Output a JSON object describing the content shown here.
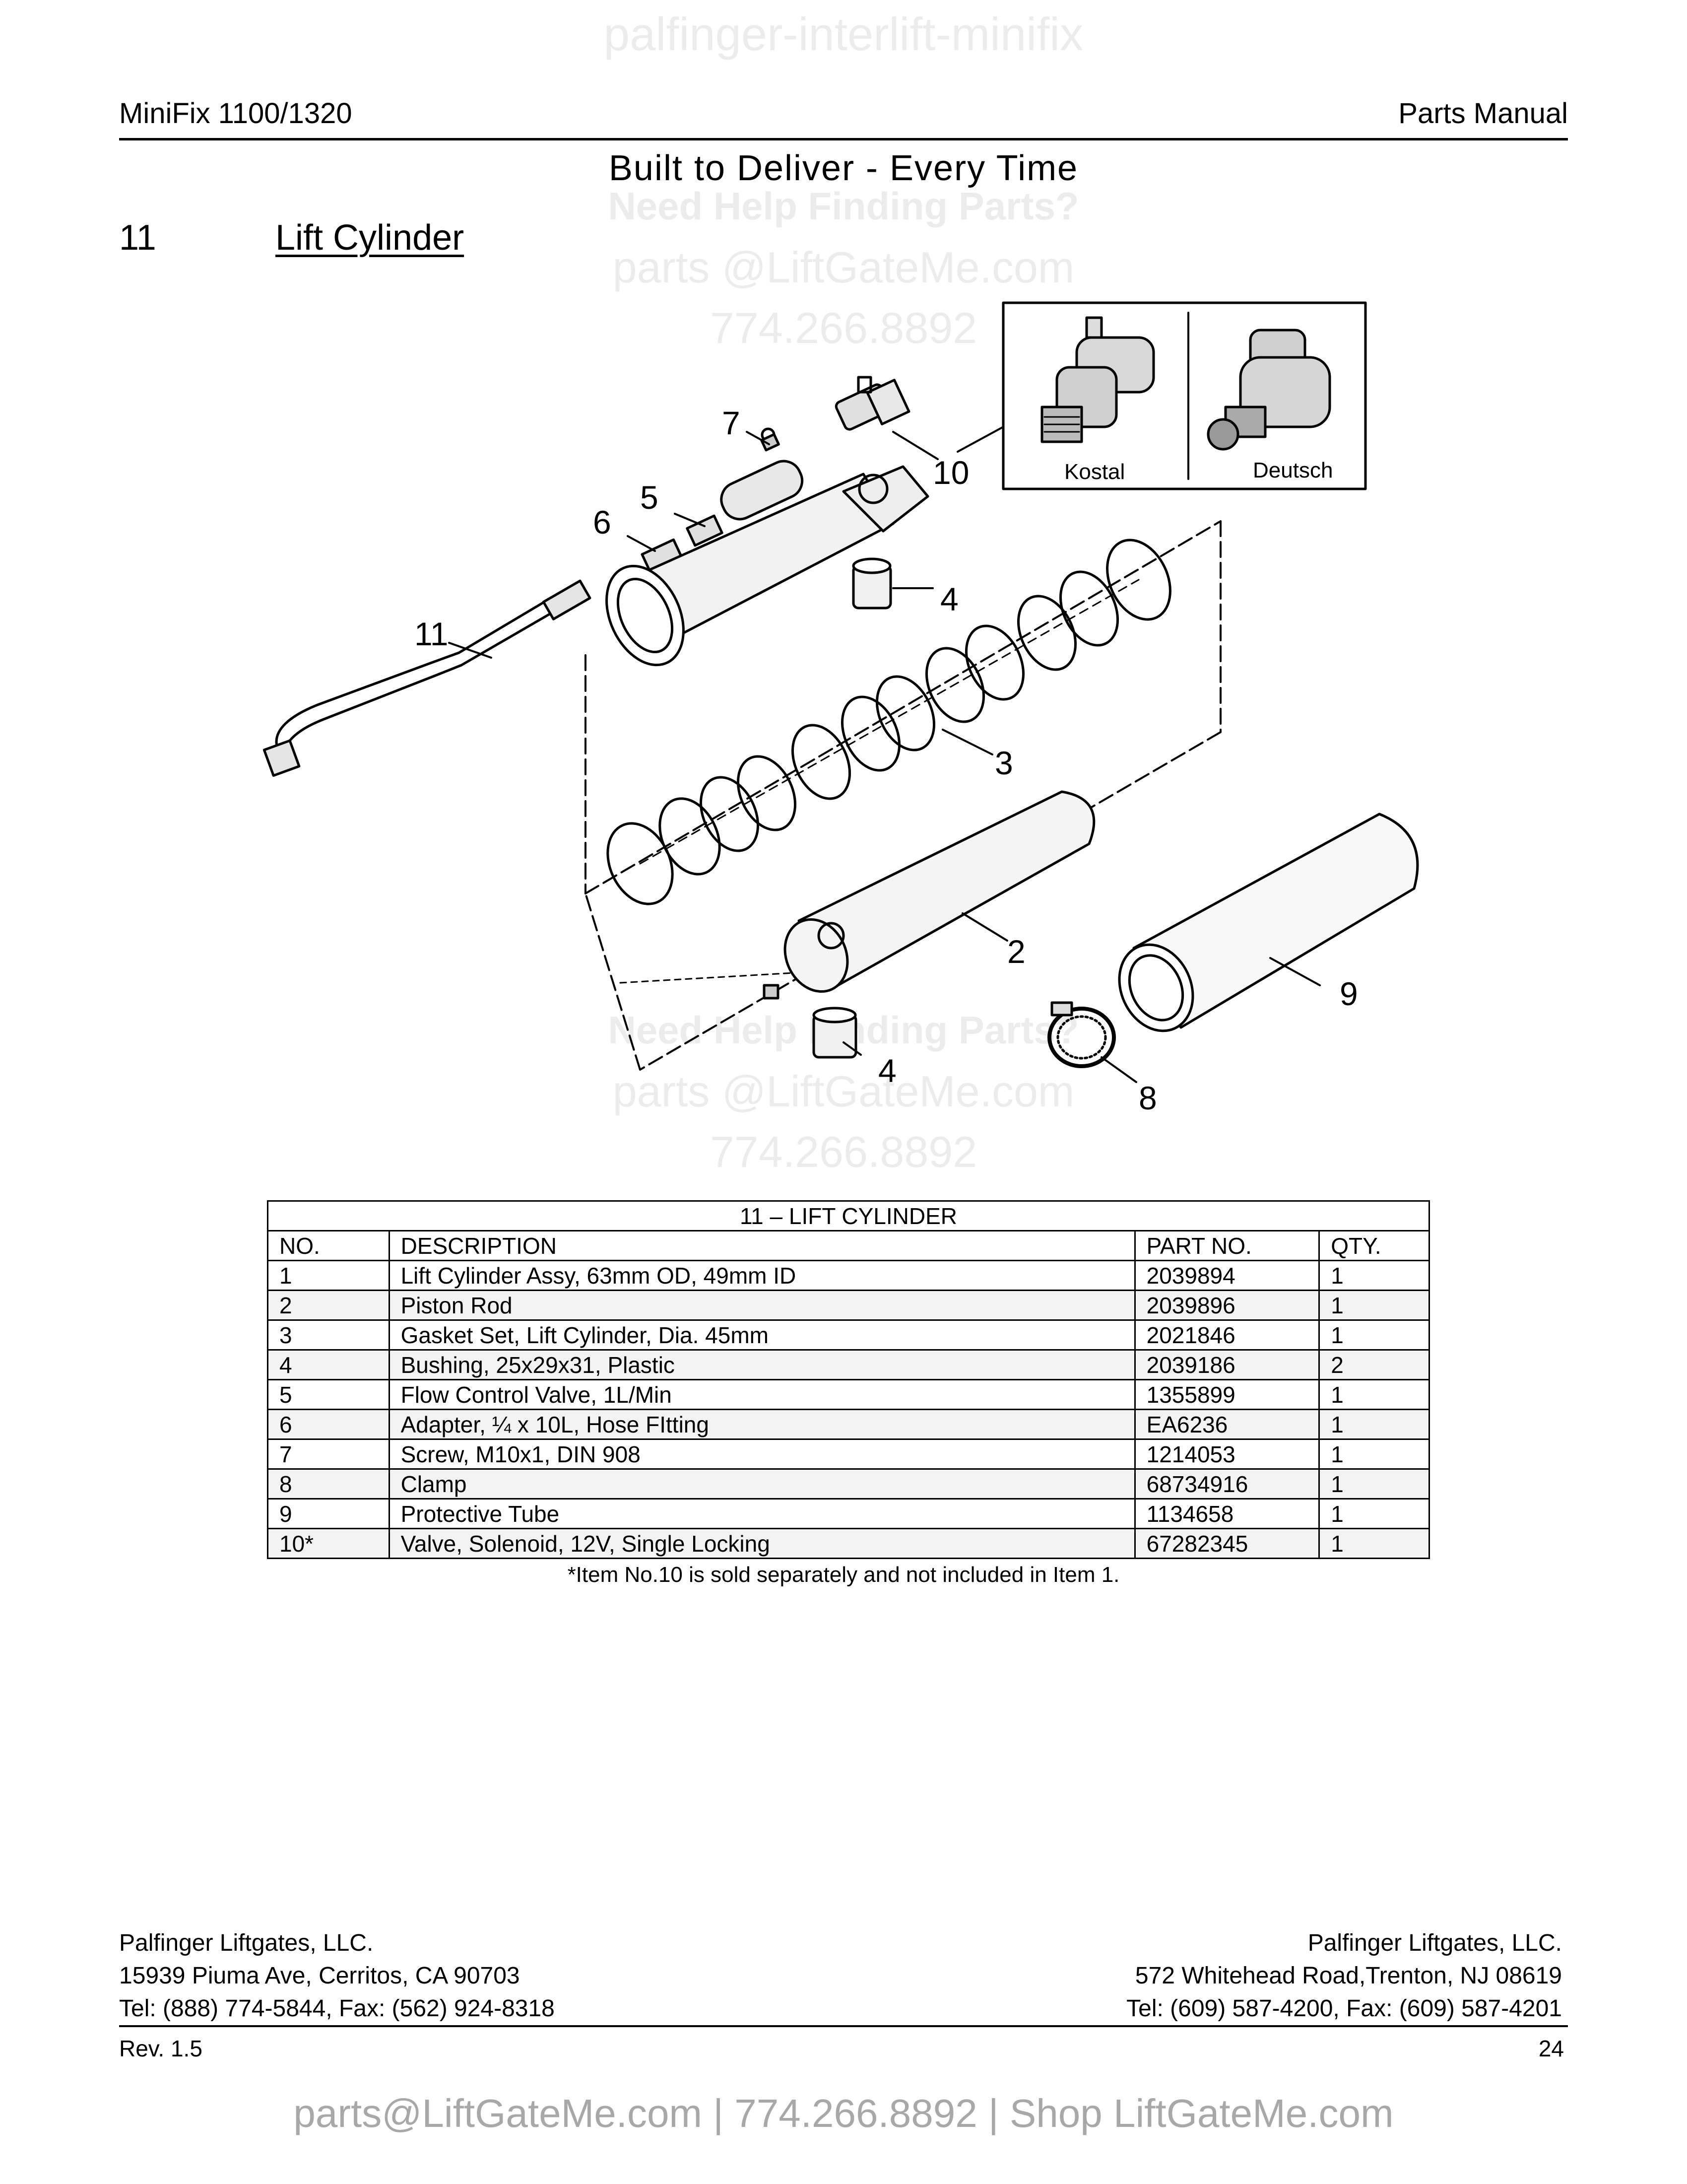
{
  "watermark": {
    "top": "palfinger-interlift-minifix",
    "help": "Need Help Finding Parts?",
    "email": "parts @LiftGateMe.com",
    "phone": "774.266.8892"
  },
  "header": {
    "left": "MiniFix 1100/1320",
    "right": "Parts Manual"
  },
  "tagline": "Built to Deliver - Every Time",
  "section": {
    "number": "11",
    "title": "Lift Cylinder"
  },
  "diagram": {
    "callouts": [
      "7",
      "5",
      "6",
      "10",
      "4",
      "11",
      "3",
      "2",
      "9",
      "4",
      "8"
    ],
    "inset_labels": [
      "Kostal",
      "Deutsch"
    ]
  },
  "table": {
    "caption": "11 – LIFT CYLINDER",
    "columns": [
      "NO.",
      "DESCRIPTION",
      "PART NO.",
      "QTY."
    ],
    "rows": [
      {
        "no": "1",
        "description": "Lift Cylinder Assy, 63mm OD, 49mm ID",
        "part_no": "2039894",
        "qty": "1"
      },
      {
        "no": "2",
        "description": "Piston Rod",
        "part_no": "2039896",
        "qty": "1"
      },
      {
        "no": "3",
        "description": "Gasket Set, Lift Cylinder, Dia. 45mm",
        "part_no": "2021846",
        "qty": "1"
      },
      {
        "no": "4",
        "description": "Bushing, 25x29x31, Plastic",
        "part_no": "2039186",
        "qty": "2"
      },
      {
        "no": "5",
        "description": "Flow Control Valve, 1L/Min",
        "part_no": "1355899",
        "qty": "1"
      },
      {
        "no": "6",
        "description": "Adapter, ¼ x 10L, Hose FItting",
        "part_no": "EA6236",
        "qty": "1"
      },
      {
        "no": "7",
        "description": "Screw, M10x1, DIN 908",
        "part_no": "1214053",
        "qty": "1"
      },
      {
        "no": "8",
        "description": "Clamp",
        "part_no": "68734916",
        "qty": "1"
      },
      {
        "no": "9",
        "description": "Protective Tube",
        "part_no": "1134658",
        "qty": "1"
      },
      {
        "no": "10*",
        "description": "Valve, Solenoid, 12V, Single Locking",
        "part_no": "67282345",
        "qty": "1"
      }
    ],
    "footnote": "*Item No.10 is sold separately and not included in Item 1."
  },
  "footer": {
    "left": [
      "Palfinger Liftgates, LLC.",
      "15939 Piuma Ave, Cerritos, CA 90703",
      "Tel: (888) 774-5844, Fax: (562) 924-8318"
    ],
    "right": [
      "Palfinger Liftgates, LLC.",
      "572 Whitehead Road,Trenton, NJ 08619",
      "Tel: (609) 587-4200, Fax: (609) 587-4201"
    ],
    "revision": "Rev. 1.5",
    "page": "24"
  },
  "bottom_banner": "parts@LiftGateMe.com | 774.266.8892 | Shop LiftGateMe.com"
}
